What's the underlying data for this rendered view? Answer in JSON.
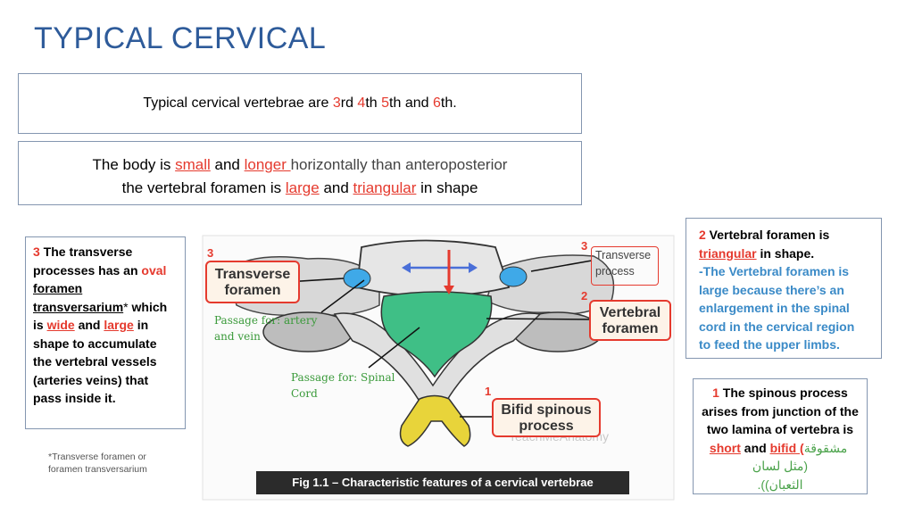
{
  "title": "TYPICAL CERVICAL",
  "intro": {
    "p1": "Typical cervical vertebrae are ",
    "n3": "3",
    "rd": "rd ",
    "n4": "4",
    "th1": "th ",
    "n5": "5",
    "th_and": "th and ",
    "n6": "6",
    "th_end": "th."
  },
  "body_box": {
    "l1a": "The body is ",
    "small": "small",
    "and1": " and ",
    "longer": "longer ",
    "l1b": "horizontally than anteroposterior",
    "l2a": "the vertebral foramen is ",
    "large": "large",
    "and2": " and ",
    "triangular": "triangular",
    "l2b": " in shape"
  },
  "left_box": {
    "num": "3",
    "t1": " The transverse processes has an ",
    "oval": "oval",
    "foramen": "foramen transversarium",
    "star": "*",
    "t2": " which is ",
    "wide": "wide",
    "t3": " and ",
    "large": "large",
    "t4": " in shape to accumulate the vertebral vessels (arteries veins) that pass inside it."
  },
  "footnote": {
    "line1": "*Transverse foramen or",
    "line2": "foramen transversarium"
  },
  "right_box_top": {
    "num": "2",
    "t1": " Vertebral foramen is ",
    "triangular": "triangular",
    "t2": " in shape.",
    "t3": "-The Vertebral foramen is large because there’s an enlargement in the spinal cord in the cervical region to feed the upper limbs."
  },
  "right_box_bottom": {
    "num": "1",
    "t1": " The spinous process arises from junction of the two lamina of vertebra is ",
    "short": "short",
    "t2": " and ",
    "bifid": "bifid (",
    "arabic": " مشقوقة (مثل لسان",
    "arabic2": "الثعبان)).",
    "t3": ""
  },
  "figure": {
    "num_3a": "3",
    "num_3b": "3",
    "num_2": "2",
    "num_1": "1",
    "tag_transverse": "Transverse foramen",
    "tag_vertebral": "Vertebral foramen",
    "tag_bifid": "Bifid spinous process",
    "transverse_process": "Transverse process",
    "passage_artery": "Passage for: artery and vein",
    "passage_cord": "Passage for: Spinal Cord",
    "watermark": "TeachMeAnatomy",
    "caption": "Fig 1.1 – Characteristic features of a cervical vertebrae"
  },
  "colors": {
    "title": "#2e5b9a",
    "accent_red": "#e53a2e",
    "accent_blue": "#3a8ac7",
    "foramen_green": "#3fbf86",
    "transverse_blue": "#3fa9e8",
    "spinous_yellow": "#e8d43a"
  }
}
